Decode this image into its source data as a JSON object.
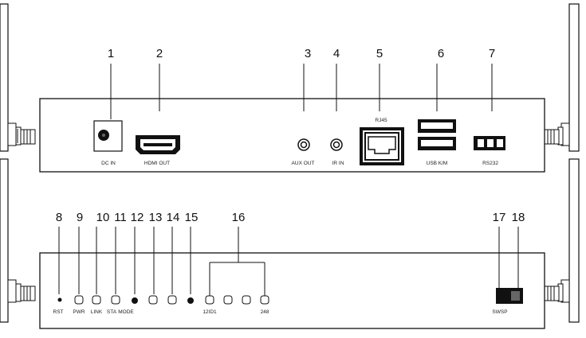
{
  "top_panel": {
    "callouts": [
      "1",
      "2",
      "3",
      "4",
      "5",
      "6",
      "7"
    ],
    "labels": {
      "dc_in": "DC IN",
      "hdmi_out": "HDMI OUT",
      "aux_out": "AUX OUT",
      "ir_in": "IR IN",
      "rj45": "RJ45",
      "usb_km": "USB K/M",
      "rs232": "RS232"
    }
  },
  "bottom_panel": {
    "callouts": [
      "8",
      "9",
      "10",
      "11",
      "12",
      "13",
      "14",
      "15",
      "16",
      "17",
      "18"
    ],
    "labels": {
      "rst": "RST",
      "pwr": "PWR",
      "link": "LINK",
      "sta": "STA",
      "mode": "MODE",
      "id1": "12ID1",
      "id248": "248",
      "swsp": "SWSP"
    }
  },
  "icons": [
    "antenna-icon",
    "dc-jack-icon",
    "hdmi-port-icon",
    "audio-jack-icon",
    "ethernet-port-icon",
    "usb-port-icon",
    "serial-port-icon",
    "led-icon",
    "button-icon",
    "dip-switch-icon"
  ]
}
